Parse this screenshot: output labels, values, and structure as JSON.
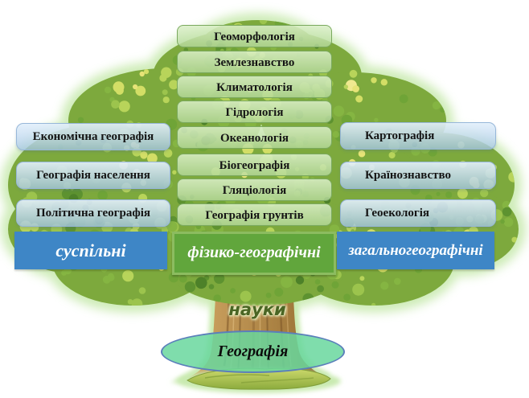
{
  "diagram": {
    "root_label": "Географія",
    "trunk_word": "науки",
    "center_column": {
      "items": [
        "Геоморфологія",
        "Землезнавство",
        "Климатологія",
        "Гідрологія",
        "Океанологія",
        "Біогеографія",
        "Гляціологія",
        "Географія грунтів"
      ]
    },
    "left_column": {
      "items": [
        "Економічна географія",
        "Географія населення",
        "Політична географія"
      ]
    },
    "right_column": {
      "items": [
        "Картографія",
        "Країнознавство",
        "Геоекологія"
      ]
    },
    "categories": {
      "left": "суспільні",
      "center": "фізико-географічні",
      "right": "загальногеографічні"
    },
    "colors": {
      "category_blue": "#3e86c6",
      "category_green": "#61a63c",
      "node_green_border": "#7aa95e",
      "node_blue_border": "#97b7d9",
      "root_ellipse_fill": "#68d79d",
      "root_ellipse_border": "#5b7fbb",
      "trunk_word_color": "#4a6524"
    }
  }
}
